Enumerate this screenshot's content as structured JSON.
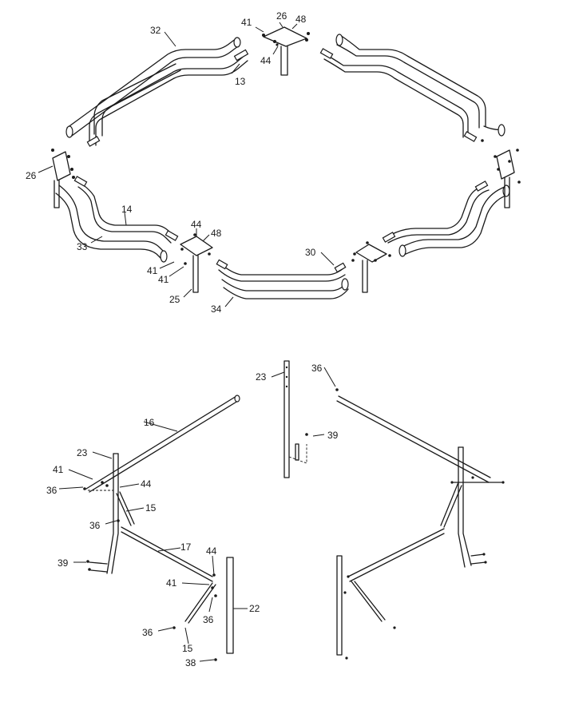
{
  "callouts": [
    {
      "id": "c32a",
      "text": "32"
    },
    {
      "id": "c13a",
      "text": "13"
    },
    {
      "id": "c41a",
      "text": "41"
    },
    {
      "id": "c26a",
      "text": "26"
    },
    {
      "id": "c48a",
      "text": "48"
    },
    {
      "id": "c44a",
      "text": "44"
    },
    {
      "id": "c26b",
      "text": "26"
    },
    {
      "id": "c14a",
      "text": "14"
    },
    {
      "id": "c33a",
      "text": "33"
    },
    {
      "id": "c44b",
      "text": "44"
    },
    {
      "id": "c48b",
      "text": "48"
    },
    {
      "id": "c41b",
      "text": "41"
    },
    {
      "id": "c41c",
      "text": "41"
    },
    {
      "id": "c25a",
      "text": "25"
    },
    {
      "id": "c30a",
      "text": "30"
    },
    {
      "id": "c34a",
      "text": "34"
    },
    {
      "id": "c23a",
      "text": "23"
    },
    {
      "id": "c36a",
      "text": "36"
    },
    {
      "id": "c39a",
      "text": "39"
    },
    {
      "id": "c16a",
      "text": "16"
    },
    {
      "id": "c23b",
      "text": "23"
    },
    {
      "id": "c41d",
      "text": "41"
    },
    {
      "id": "c36b",
      "text": "36"
    },
    {
      "id": "c44c",
      "text": "44"
    },
    {
      "id": "c15a",
      "text": "15"
    },
    {
      "id": "c36c",
      "text": "36"
    },
    {
      "id": "c17a",
      "text": "17"
    },
    {
      "id": "c39b",
      "text": "39"
    },
    {
      "id": "c44d",
      "text": "44"
    },
    {
      "id": "c41e",
      "text": "41"
    },
    {
      "id": "c36d",
      "text": "36"
    },
    {
      "id": "c22a",
      "text": "22"
    },
    {
      "id": "c36e",
      "text": "36"
    },
    {
      "id": "c15b",
      "text": "15"
    },
    {
      "id": "c38a",
      "text": "38"
    }
  ]
}
